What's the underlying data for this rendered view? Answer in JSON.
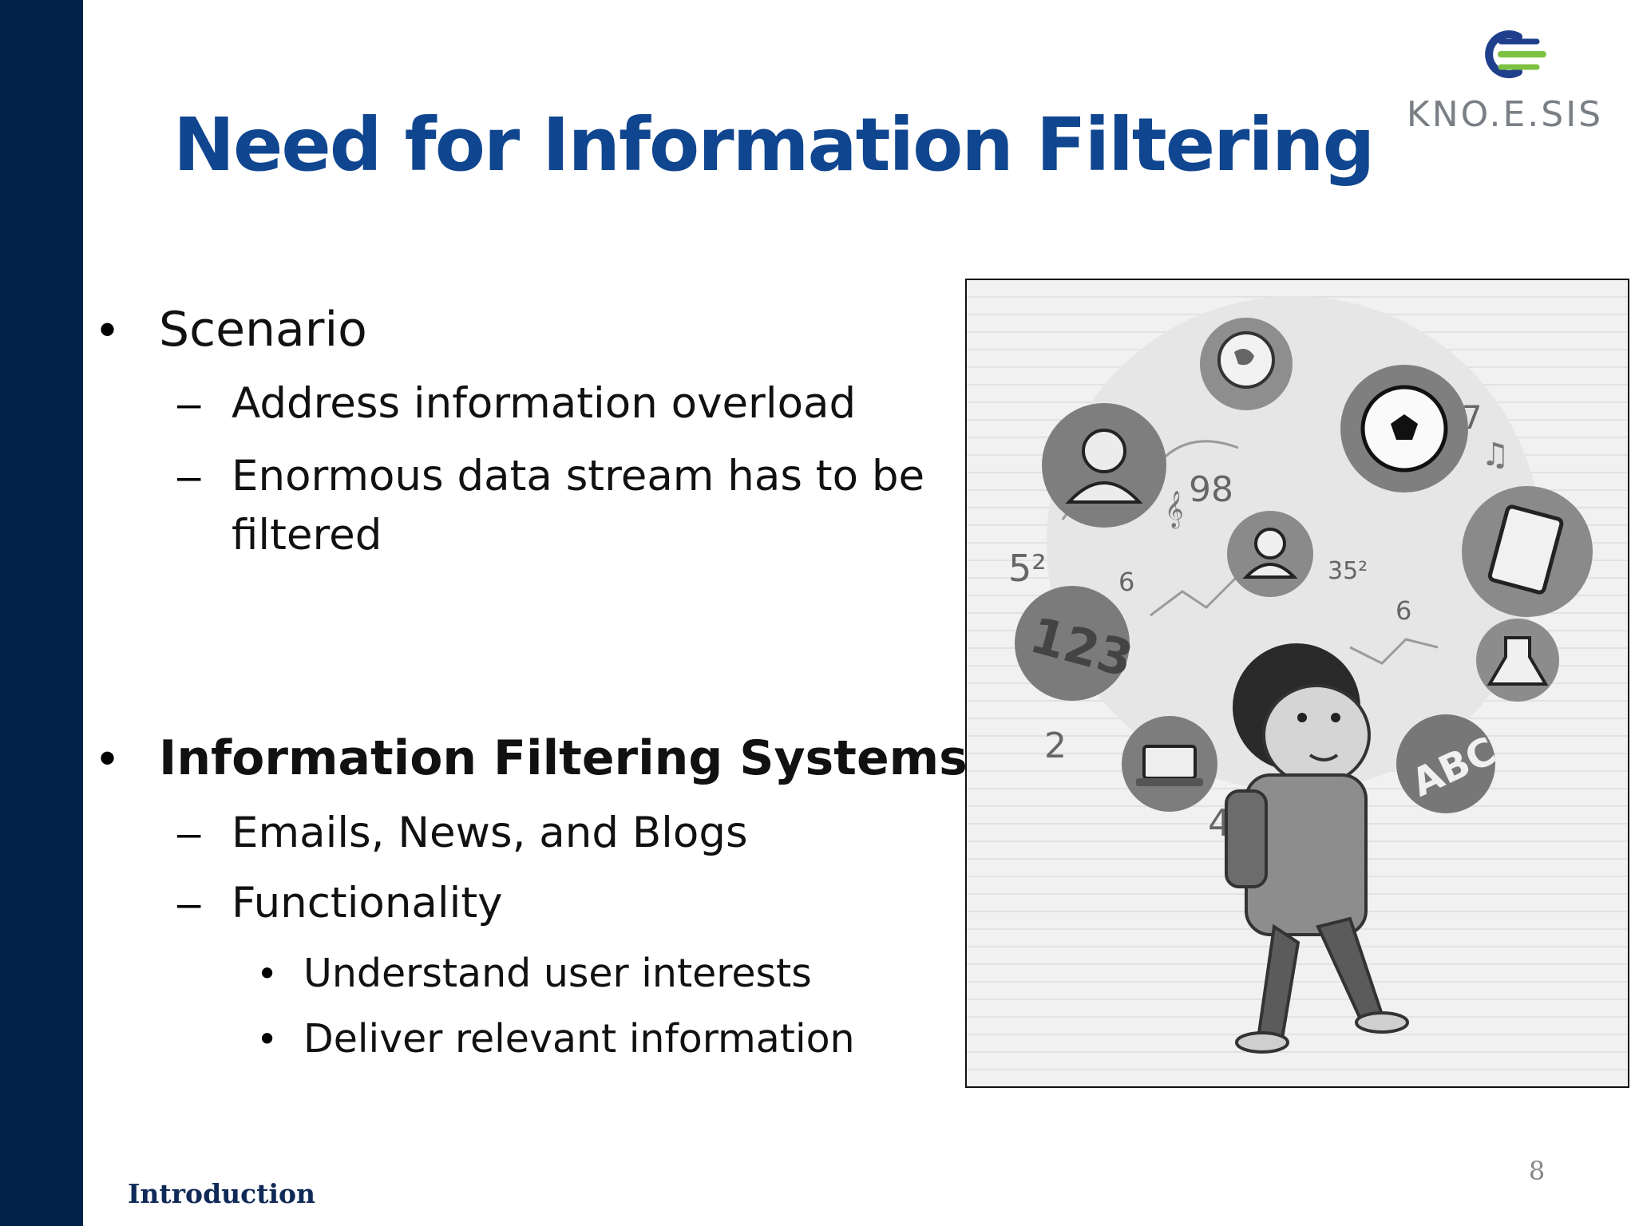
{
  "slide": {
    "title": "Need for Information Filtering",
    "logo": {
      "wordmark": "KNO.E.SIS",
      "icon": "knoesis-logo-icon"
    },
    "bullets": [
      {
        "text": "Scenario",
        "bold": false,
        "children": [
          {
            "text": "Address information overload"
          },
          {
            "text": "Enormous data stream has to be",
            "continuation": "filtered"
          }
        ]
      },
      {
        "text": "Information Filtering Systems",
        "bold": true,
        "children": [
          {
            "text": "Emails, News, and Blogs"
          },
          {
            "text": "Functionality",
            "children": [
              {
                "text": "Understand user interests"
              },
              {
                "text": "Deliver relevant information"
              }
            ]
          }
        ]
      }
    ],
    "footer_label": "Introduction",
    "page_number": "8",
    "illustration": {
      "icon": "student-with-knowledge-icons-illustration",
      "badges": [
        "123",
        "ABC"
      ]
    },
    "colors": {
      "sidebar": "#02224a",
      "title": "#10458f",
      "logo_blue": "#1f3f8c",
      "logo_green": "#7dc242",
      "footer_text": "#0f2a57"
    }
  }
}
